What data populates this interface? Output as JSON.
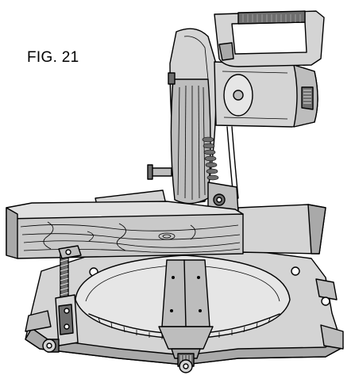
{
  "figure": {
    "label": "FIG. 21"
  },
  "colors": {
    "line": "#000000",
    "body": "#d4d4d4",
    "shade": "#a9a9a9",
    "dark": "#6e6e6e",
    "wood": "#c9c9c9",
    "paper": "#ffffff"
  },
  "icons": {
    "miter-saw": "miter-saw-illustration",
    "workpiece": "wood-board",
    "clamp": "vertical-clamp",
    "handle": "saw-handle"
  }
}
